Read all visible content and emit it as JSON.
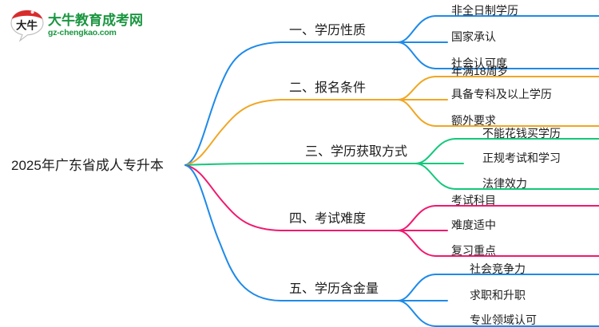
{
  "logo": {
    "mark_text": "大牛",
    "title": "大牛教育成考网",
    "subtitle": "gz-chengkao.com",
    "brand_color": "#1a9641",
    "mark_color": "#d92b2b"
  },
  "mindmap": {
    "root": {
      "label": "2025年广东省成人专升本"
    },
    "branches": [
      {
        "label": "一、学历性质",
        "color": "#1e8ae8",
        "children": [
          {
            "label": "非全日制学历"
          },
          {
            "label": "国家承认"
          },
          {
            "label": "社会认可度"
          }
        ]
      },
      {
        "label": "二、报名条件",
        "color": "#f0a623",
        "children": [
          {
            "label": "年满18周岁"
          },
          {
            "label": "具备专科及以上学历"
          },
          {
            "label": "额外要求"
          }
        ]
      },
      {
        "label": "三、学历获取方式",
        "color": "#13c87a",
        "children": [
          {
            "label": "不能花钱买学历"
          },
          {
            "label": "正规考试和学习"
          },
          {
            "label": "法律效力"
          }
        ]
      },
      {
        "label": "四、考试难度",
        "color": "#f0196e",
        "children": [
          {
            "label": "考试科目"
          },
          {
            "label": "难度适中"
          },
          {
            "label": "复习重点"
          }
        ]
      },
      {
        "label": "五、学历含金量",
        "color": "#1e8ae8",
        "children": [
          {
            "label": "社会竞争力"
          },
          {
            "label": "求职和升职"
          },
          {
            "label": "专业领域认可"
          }
        ]
      }
    ]
  }
}
